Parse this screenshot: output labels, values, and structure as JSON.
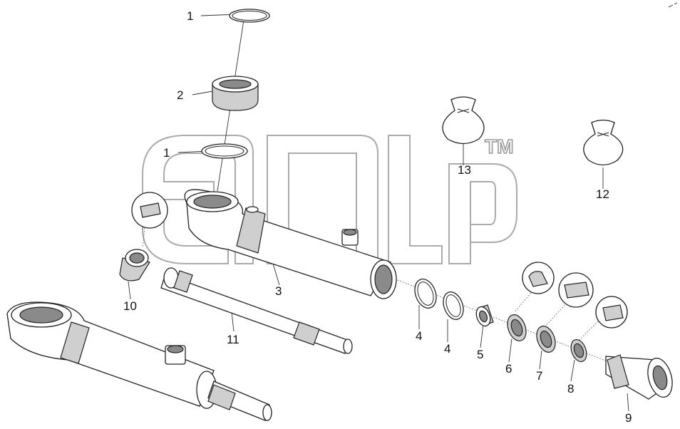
{
  "watermark": {
    "mark": "TM"
  },
  "callouts": [
    {
      "id": "callout-1-top",
      "text": "1"
    },
    {
      "id": "callout-2",
      "text": "2"
    },
    {
      "id": "callout-1-mid",
      "text": "1"
    },
    {
      "id": "callout-13",
      "text": "13"
    },
    {
      "id": "callout-12",
      "text": "12"
    },
    {
      "id": "callout-3",
      "text": "3"
    },
    {
      "id": "callout-10",
      "text": "10"
    },
    {
      "id": "callout-11",
      "text": "11"
    },
    {
      "id": "callout-4a",
      "text": "4"
    },
    {
      "id": "callout-4b",
      "text": "4"
    },
    {
      "id": "callout-5",
      "text": "5"
    },
    {
      "id": "callout-6",
      "text": "6"
    },
    {
      "id": "callout-7",
      "text": "7"
    },
    {
      "id": "callout-8",
      "text": "8"
    },
    {
      "id": "callout-9",
      "text": "9"
    }
  ]
}
